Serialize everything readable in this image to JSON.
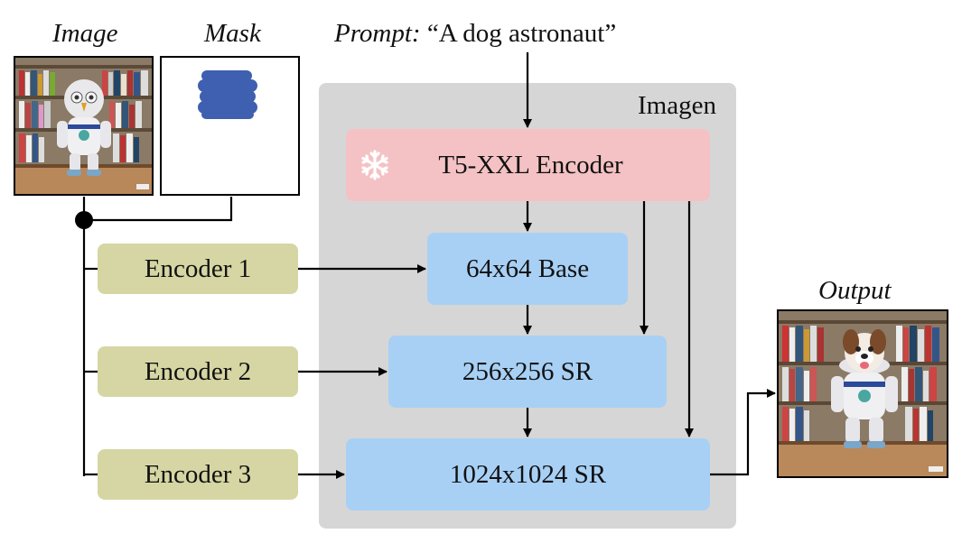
{
  "inputs": {
    "image_label": "Image",
    "mask_label": "Mask",
    "prompt_key": "Prompt:",
    "prompt_text": "“A dog astronaut”"
  },
  "imagen": {
    "title": "Imagen",
    "text_encoder": "T5-XXL Encoder",
    "base": "64x64 Base",
    "sr_256": "256x256 SR",
    "sr_1024": "1024x1024 SR"
  },
  "encoders": [
    "Encoder 1",
    "Encoder 2",
    "Encoder 3"
  ],
  "output_label": "Output",
  "colors": {
    "imagen_panel": "#d6d6d6",
    "text_encoder": "#f4c2c4",
    "diffusion_models": "#a8d0f5",
    "encoders": "#d6d6a4",
    "mask_stroke": "#3f5fb0"
  },
  "icons": [
    "snowflake-icon"
  ]
}
